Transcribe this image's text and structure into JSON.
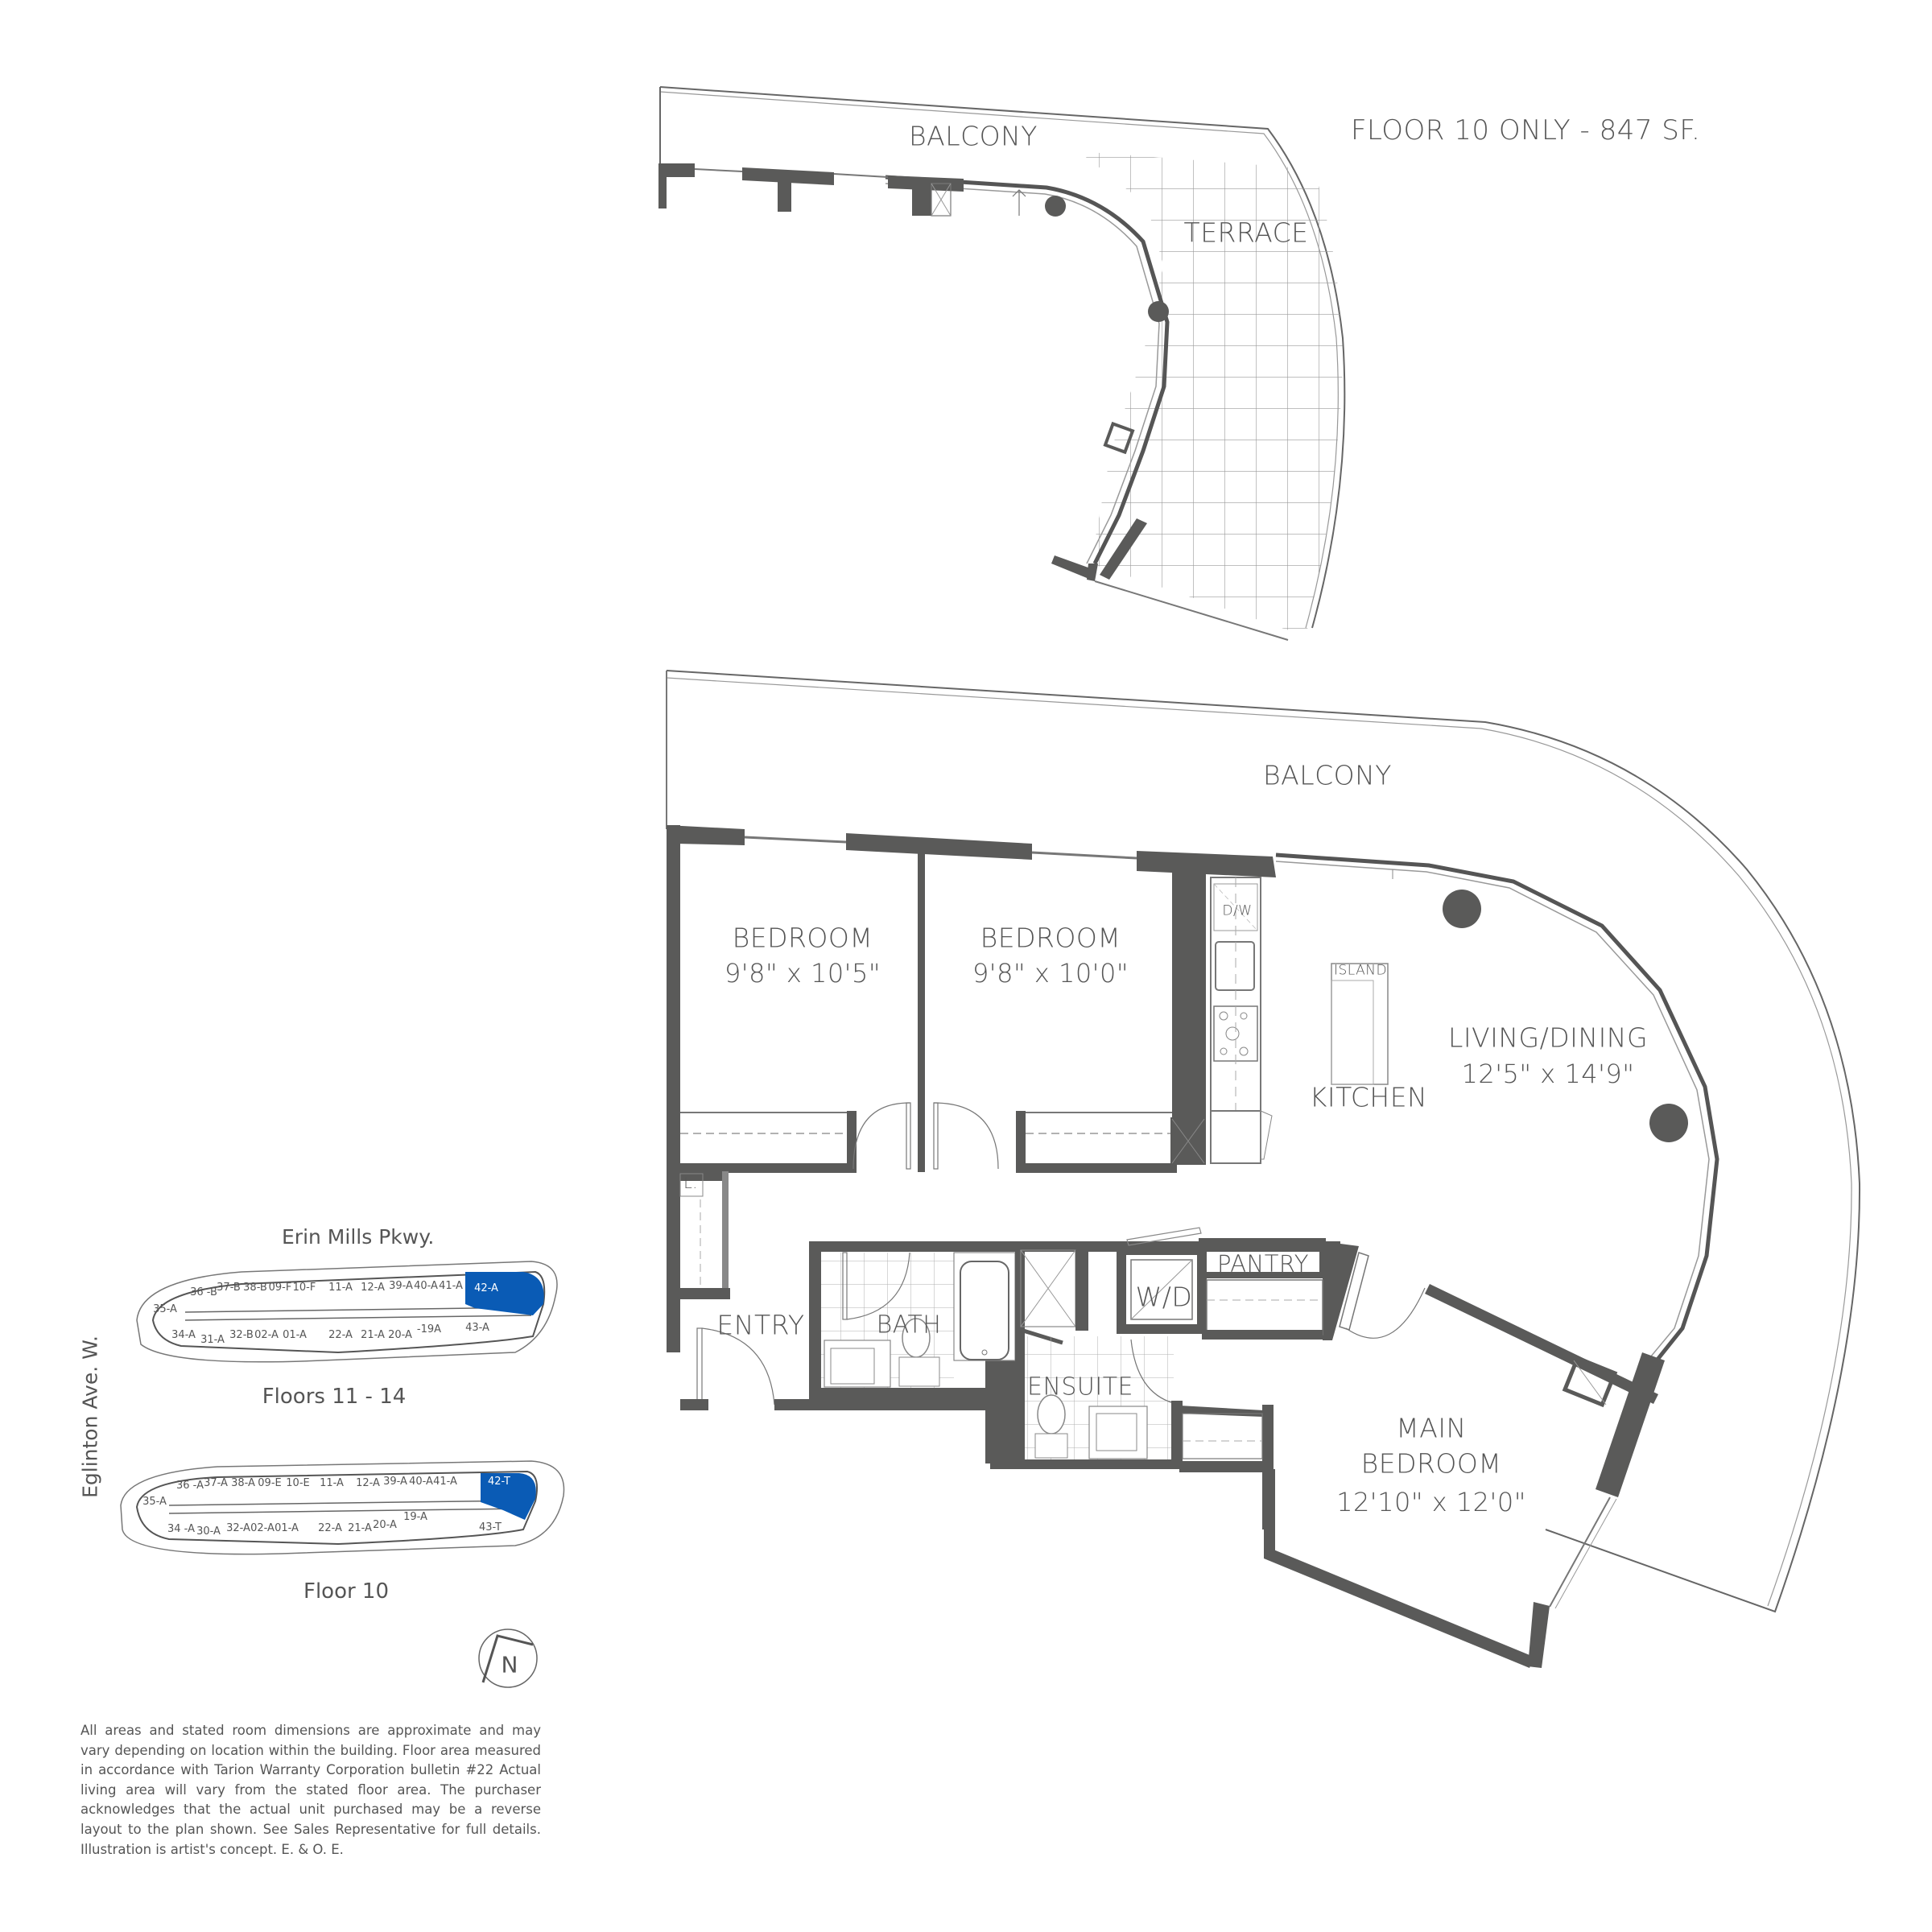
{
  "header": {
    "floor_note": "FLOOR 10 ONLY - 847 SF."
  },
  "terrace_plan": {
    "balcony_label": "BALCONY",
    "terrace_label": "TERRACE"
  },
  "unit_plan": {
    "balcony_label": "BALCONY",
    "rooms": [
      {
        "name": "BEDROOM",
        "dimensions": "9'8\" x 10'5\""
      },
      {
        "name": "BEDROOM",
        "dimensions": "9'8\" x 10'0\""
      },
      {
        "name": "LIVING/DINING",
        "dimensions": "12'5\" x 14'9\""
      },
      {
        "name": "MAIN BEDROOM",
        "line1": "MAIN",
        "line2": "BEDROOM",
        "dimensions": "12'10\" x 12'0\""
      }
    ],
    "labels": {
      "kitchen": "KITCHEN",
      "island": "ISLAND",
      "dishwasher": "D/W",
      "pantry": "PANTRY",
      "washer_dryer": "W/D",
      "entry": "ENTRY",
      "bath": "BATH",
      "ensuite": "ENSUITE",
      "linen": "L."
    }
  },
  "key_plans": {
    "street_top": "Erin Mills Pkwy.",
    "street_side": "Eglinton Ave. W.",
    "highlight_color": "#0a5bb5",
    "floors_11_14": {
      "caption": "Floors 11 - 14",
      "highlighted_unit": "42-A",
      "units_top": [
        "36 -B",
        "37-B",
        "38-B",
        "09-F",
        "10-F",
        "11-A",
        "12-A",
        "39-A",
        "40-A",
        "41-A",
        "42-A"
      ],
      "units_bottom": [
        "35-A",
        "34-A",
        "31-A",
        "32-B",
        "02-A",
        "01-A",
        "22-A",
        "21-A",
        "20-A",
        "-19A",
        "43-A"
      ]
    },
    "floor_10": {
      "caption": "Floor 10",
      "highlighted_unit": "42-T",
      "units_top": [
        "36 -A",
        "37-A",
        "38-A",
        "09-E",
        "10-E",
        "11-A",
        "12-A",
        "39-A",
        "40-A",
        "41-A",
        "42-T"
      ],
      "units_bottom": [
        "35-A",
        "34 -A",
        "30-A",
        "32-A",
        "02-A",
        "01-A",
        "22-A",
        "21-A",
        "20-A",
        "19-A",
        "43-T"
      ]
    }
  },
  "compass": {
    "label": "N"
  },
  "disclaimer": "All areas and stated room dimensions are approximate and may vary depending on location within the building. Floor area measured in accordance with Tarion Warranty Corporation bulletin #22 Actual living area will vary from the stated floor area. The purchaser acknowledges that the actual unit purchased may be a reverse layout to the plan shown. See Sales Representative for full details. Illustration is artist's concept. E. & O. E.",
  "colors": {
    "wall": "#5a5a59",
    "line": "#777777",
    "text": "#555555",
    "highlight": "#0a5bb5"
  }
}
